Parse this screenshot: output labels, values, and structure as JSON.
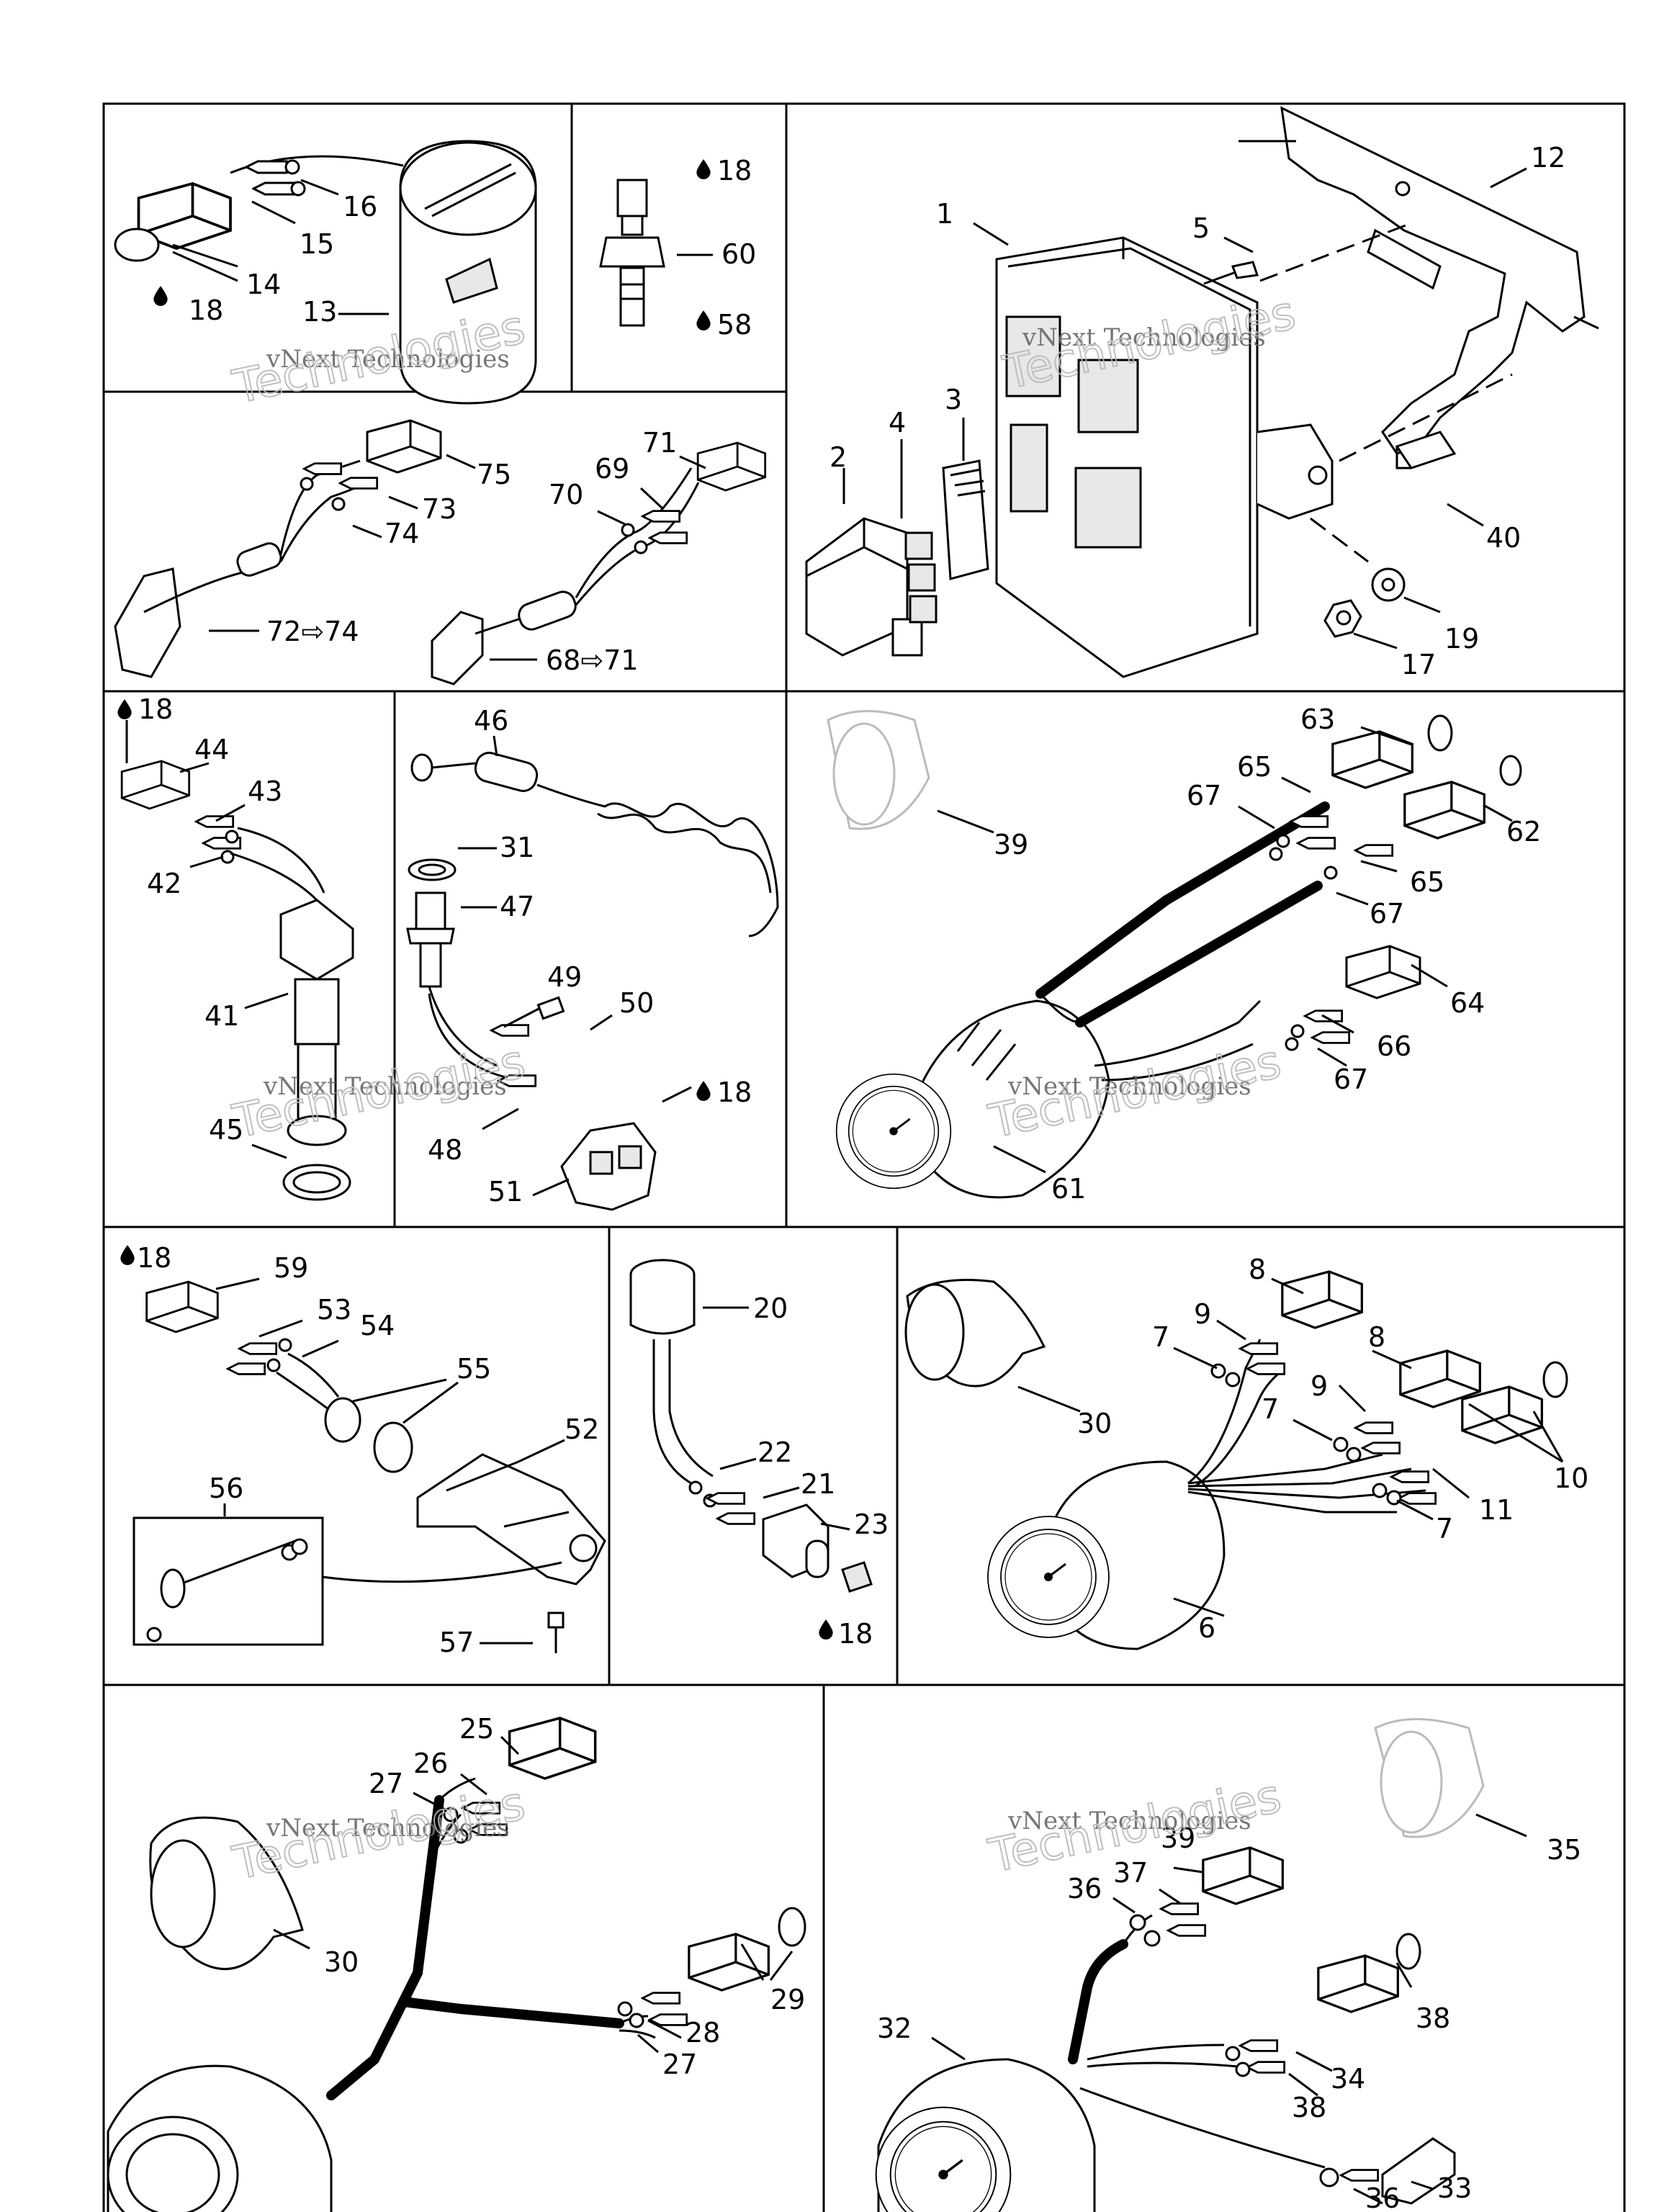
{
  "watermark": {
    "line1": "vNext Technologies",
    "line2": "Technologies"
  },
  "callouts": [
    {
      "id": "c16",
      "text": "16"
    },
    {
      "id": "c15",
      "text": "15"
    },
    {
      "id": "c14",
      "text": "14"
    },
    {
      "id": "c18a",
      "text": "18"
    },
    {
      "id": "c13",
      "text": "13"
    },
    {
      "id": "c18b",
      "text": "18"
    },
    {
      "id": "c60",
      "text": "60"
    },
    {
      "id": "c58",
      "text": "58"
    },
    {
      "id": "c1",
      "text": "1"
    },
    {
      "id": "c5",
      "text": "5"
    },
    {
      "id": "c12",
      "text": "12"
    },
    {
      "id": "c3",
      "text": "3"
    },
    {
      "id": "c4",
      "text": "4"
    },
    {
      "id": "c2",
      "text": "2"
    },
    {
      "id": "c40",
      "text": "40"
    },
    {
      "id": "c19",
      "text": "19"
    },
    {
      "id": "c17",
      "text": "17"
    },
    {
      "id": "c71",
      "text": "71"
    },
    {
      "id": "c75",
      "text": "75"
    },
    {
      "id": "c69",
      "text": "69"
    },
    {
      "id": "c70",
      "text": "70"
    },
    {
      "id": "c73",
      "text": "73"
    },
    {
      "id": "c74",
      "text": "74"
    },
    {
      "id": "c72",
      "text": "72⇨74"
    },
    {
      "id": "c68",
      "text": "68⇨71"
    },
    {
      "id": "c18c",
      "text": "18"
    },
    {
      "id": "c44",
      "text": "44"
    },
    {
      "id": "c43",
      "text": "43"
    },
    {
      "id": "c42",
      "text": "42"
    },
    {
      "id": "c41",
      "text": "41"
    },
    {
      "id": "c45",
      "text": "45"
    },
    {
      "id": "c46",
      "text": "46"
    },
    {
      "id": "c31",
      "text": "31"
    },
    {
      "id": "c47",
      "text": "47"
    },
    {
      "id": "c49",
      "text": "49"
    },
    {
      "id": "c50",
      "text": "50"
    },
    {
      "id": "c18d",
      "text": "18"
    },
    {
      "id": "c48",
      "text": "48"
    },
    {
      "id": "c51",
      "text": "51"
    },
    {
      "id": "c63",
      "text": "63"
    },
    {
      "id": "c65a",
      "text": "65"
    },
    {
      "id": "c67a",
      "text": "67"
    },
    {
      "id": "c62",
      "text": "62"
    },
    {
      "id": "c39a",
      "text": "39"
    },
    {
      "id": "c65b",
      "text": "65"
    },
    {
      "id": "c67b",
      "text": "67"
    },
    {
      "id": "c64",
      "text": "64"
    },
    {
      "id": "c66",
      "text": "66"
    },
    {
      "id": "c67c",
      "text": "67"
    },
    {
      "id": "c61",
      "text": "61"
    },
    {
      "id": "c18e",
      "text": "18"
    },
    {
      "id": "c59",
      "text": "59"
    },
    {
      "id": "c53",
      "text": "53"
    },
    {
      "id": "c54",
      "text": "54"
    },
    {
      "id": "c55",
      "text": "55"
    },
    {
      "id": "c52",
      "text": "52"
    },
    {
      "id": "c56",
      "text": "56"
    },
    {
      "id": "c57",
      "text": "57"
    },
    {
      "id": "c20",
      "text": "20"
    },
    {
      "id": "c22",
      "text": "22"
    },
    {
      "id": "c21",
      "text": "21"
    },
    {
      "id": "c23",
      "text": "23"
    },
    {
      "id": "c18f",
      "text": "18"
    },
    {
      "id": "c8a",
      "text": "8"
    },
    {
      "id": "c9a",
      "text": "9"
    },
    {
      "id": "c7a",
      "text": "7"
    },
    {
      "id": "c8b",
      "text": "8"
    },
    {
      "id": "c9b",
      "text": "9"
    },
    {
      "id": "c7b",
      "text": "7"
    },
    {
      "id": "c30a",
      "text": "30"
    },
    {
      "id": "c10",
      "text": "10"
    },
    {
      "id": "c11",
      "text": "11"
    },
    {
      "id": "c7c",
      "text": "7"
    },
    {
      "id": "c6",
      "text": "6"
    },
    {
      "id": "c25",
      "text": "25"
    },
    {
      "id": "c26",
      "text": "26"
    },
    {
      "id": "c27a",
      "text": "27"
    },
    {
      "id": "c30b",
      "text": "30"
    },
    {
      "id": "c29",
      "text": "29"
    },
    {
      "id": "c28",
      "text": "28"
    },
    {
      "id": "c27b",
      "text": "27"
    },
    {
      "id": "c39b",
      "text": "39"
    },
    {
      "id": "c37",
      "text": "37"
    },
    {
      "id": "c36a",
      "text": "36"
    },
    {
      "id": "c38a",
      "text": "38"
    },
    {
      "id": "c35",
      "text": "35"
    },
    {
      "id": "c32",
      "text": "32"
    },
    {
      "id": "c34",
      "text": "34"
    },
    {
      "id": "c38b",
      "text": "38"
    },
    {
      "id": "c33",
      "text": "33"
    },
    {
      "id": "c36b",
      "text": "36"
    }
  ]
}
